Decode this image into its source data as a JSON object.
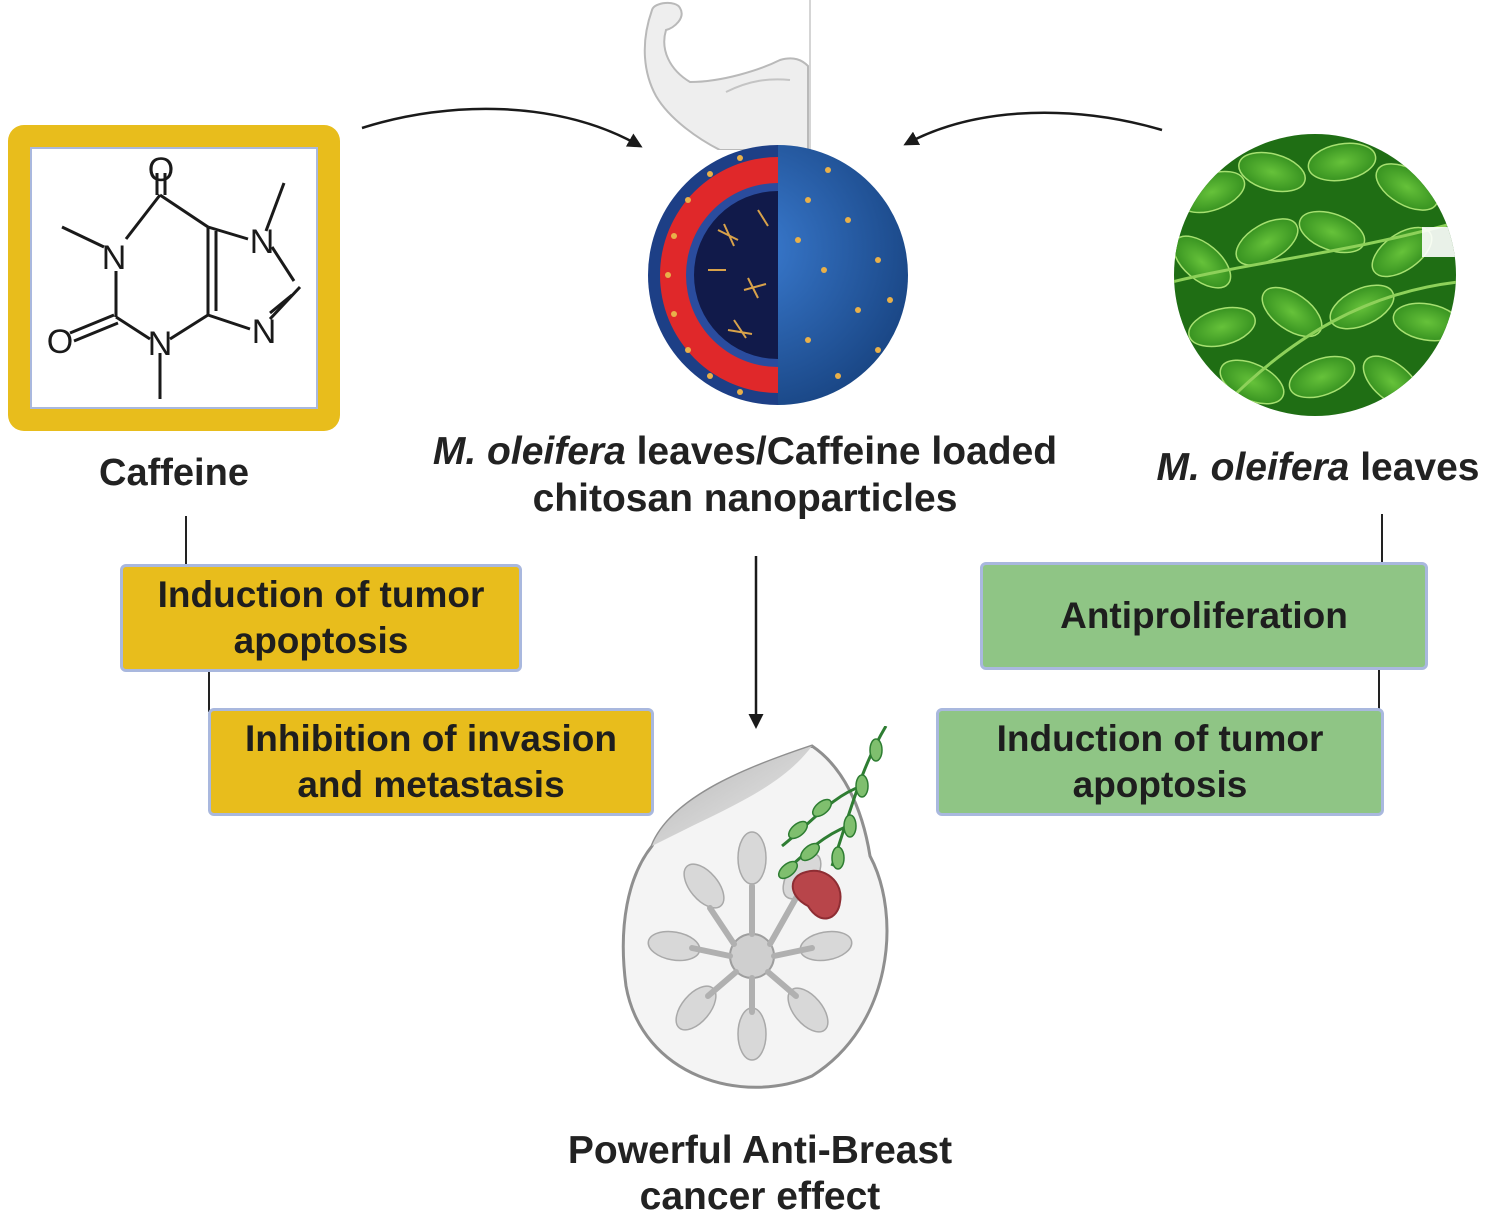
{
  "caffeine_label": "Caffeine",
  "nanoparticle_label": {
    "line1_italic": "M. oleifera",
    "line1_rest": " leaves/Caffeine loaded",
    "line2": "chitosan nanoparticles"
  },
  "moringa_label": {
    "italic": "M. oleifera",
    "rest": " leaves"
  },
  "caffeine_effects": {
    "effect1": {
      "line1": "Induction of tumor",
      "line2": "apoptosis"
    },
    "effect2": {
      "line1": "Inhibition of invasion",
      "line2": "and metastasis"
    }
  },
  "moringa_effects": {
    "effect1": "Antiproliferation",
    "effect2": {
      "line1": "Induction of tumor",
      "line2": "apoptosis"
    }
  },
  "outcome_label": {
    "line1": "Powerful Anti-Breast",
    "line2": "cancer effect"
  },
  "molecule_atoms": {
    "o": "O",
    "n": "N"
  },
  "colors": {
    "yellow_box": "#e8bd1c",
    "green_box": "#8fc585",
    "box_border": "#a9b8de",
    "nanoparticle_core": "#1f4f9a",
    "nanoparticle_shell": "#e0282a",
    "leaf_green": "#4caf28",
    "tumor": "#b8454a"
  },
  "icons": [
    "caffeine-molecule-icon",
    "arm-icon",
    "nanoparticle-icon",
    "moringa-leaves-icon",
    "breast-tumor-icon"
  ]
}
